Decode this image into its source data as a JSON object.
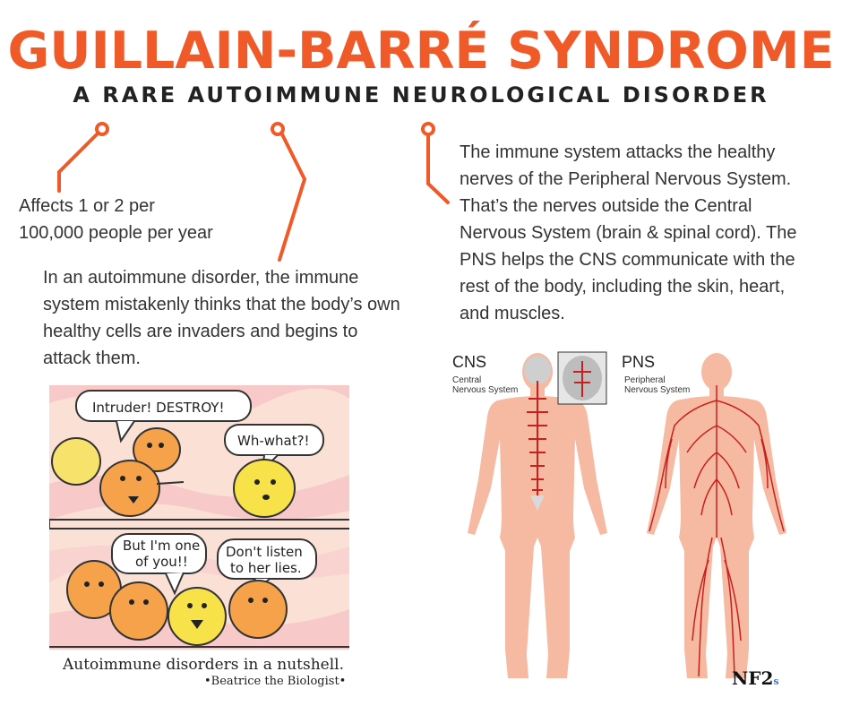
{
  "title": "GUILLAIN-BARRÉ SYNDROME",
  "subtitle": "A RARE AUTOIMMUNE NEUROLOGICAL DISORDER",
  "facts": {
    "incidence_line1": "Affects 1 or 2 per",
    "incidence_line2": "100,000 people per year",
    "autoimmune": "In an autoimmune disorder, the immune system mistakenly thinks that the body’s own healthy cells are invaders and begins to attack them.",
    "pns": "The immune system attacks the healthy nerves of the Peripheral Nervous System. That’s the nerves outside the Central Nervous System (brain & spinal cord). The PNS helps the CNS communicate with the rest of the body, including the skin, heart, and muscles."
  },
  "comic": {
    "bubble1": "Intruder! DESTROY!",
    "bubble2": "Wh-what?!",
    "bubble3_line1": "But I'm one",
    "bubble3_line2": "of you!!",
    "bubble4_line1": "Don't listen",
    "bubble4_line2": "to her lies.",
    "caption": "Autoimmune disorders in a nutshell.",
    "credit": "•Beatrice the Biologist•"
  },
  "anatomy": {
    "cns_label": "CNS",
    "cns_sub_line1": "Central",
    "cns_sub_line2": "Nervous System",
    "pns_label": "PNS",
    "pns_sub_line1": "Peripheral",
    "pns_sub_line2": "Nervous System"
  },
  "logo": {
    "main": "NF2",
    "suffix": "s"
  },
  "colors": {
    "accent": "#f05a28",
    "skin": "#f6b9a2",
    "nerve": "#c8201e"
  }
}
